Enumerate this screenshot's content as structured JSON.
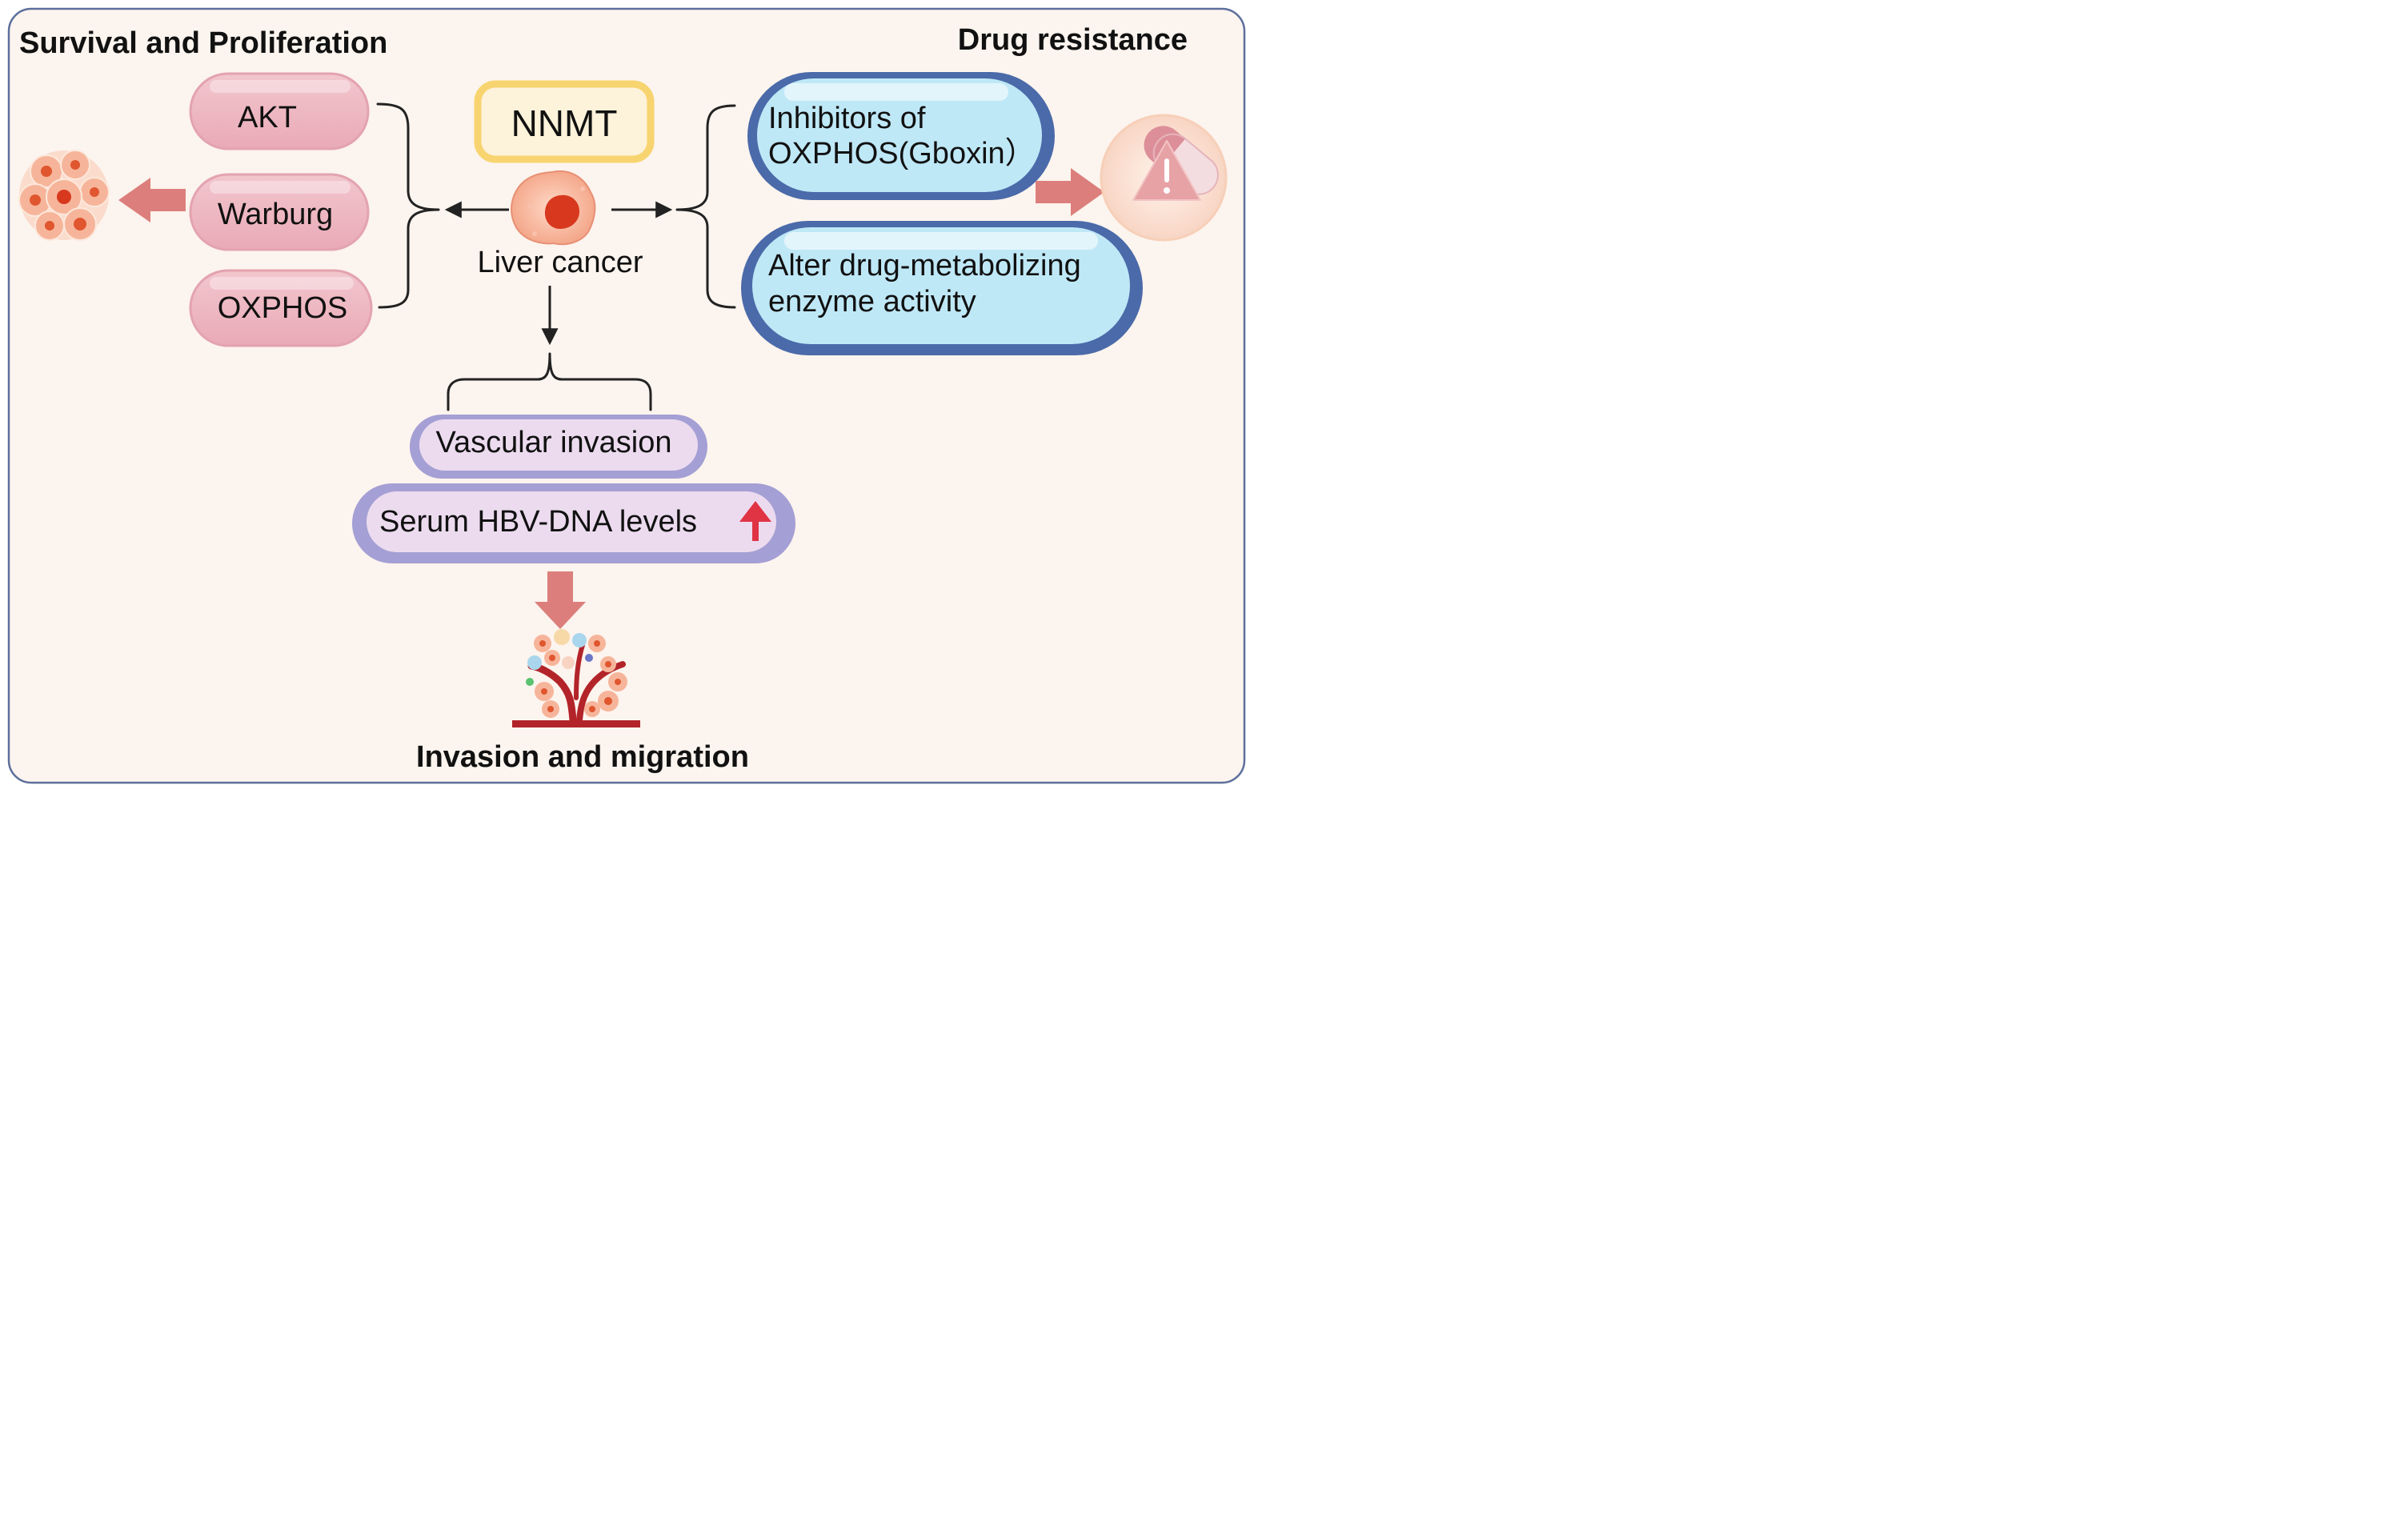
{
  "sections": {
    "survival": "Survival and Proliferation",
    "drug": "Drug resistance",
    "invasion": "Invasion and migration"
  },
  "center": {
    "gene": "NNMT",
    "cell_label": "Liver cancer"
  },
  "survival_items": [
    "AKT",
    "Warburg",
    "OXPHOS"
  ],
  "drug_items": [
    [
      "Inhibitors of",
      "OXPHOS(Gboxin）"
    ],
    [
      "Alter drug-metabolizing",
      "enzyme activity"
    ]
  ],
  "invasion_items": [
    "Vascular invasion",
    "Serum HBV-DNA levels"
  ],
  "colors": {
    "background": "#fcf4ee",
    "frame": "#5d6f9c",
    "pink_pill": "#edb9c3",
    "blue_pill_fill": "#bfe8f7",
    "blue_pill_border": "#4a6aa9",
    "purple_pill_fill": "#ecdbef",
    "purple_pill_border": "#a49fd4",
    "nnmt_border": "#f7d46f",
    "big_arrow": "#dc7f7c",
    "up_arrow": "#e03344"
  },
  "icons": {
    "cell_cluster": "tumor-cell-cluster-icon",
    "liver_cell": "liver-cancer-cell-icon",
    "capsule_warning": "capsule-warning-icon",
    "up_arrow": "up-arrow-icon",
    "vessel_tumor": "vessel-tumor-invasion-icon"
  }
}
